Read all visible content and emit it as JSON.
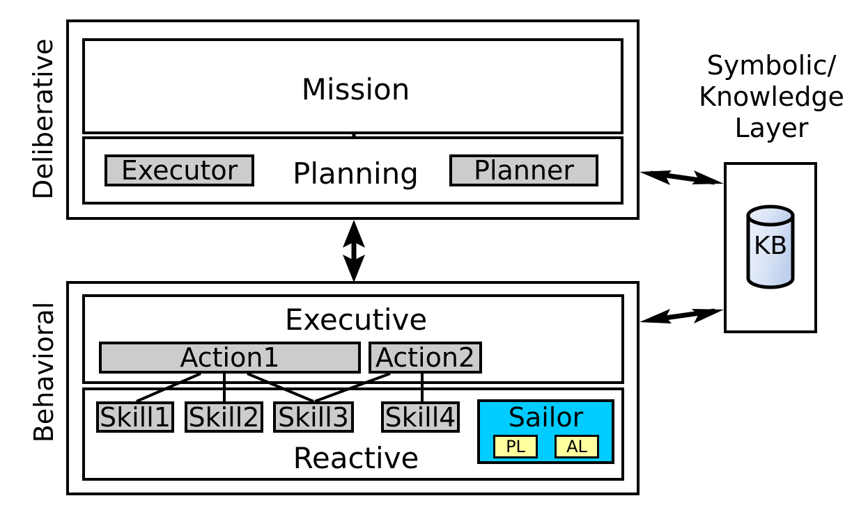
{
  "diagram": {
    "layers": {
      "deliberative_label": "Deliberative",
      "behavioral_label": "Behavioral"
    },
    "deliberative": {
      "mission": {
        "label": "Mission"
      },
      "planning": {
        "label": "Planning",
        "executor": "Executor",
        "planner": "Planner"
      }
    },
    "behavioral": {
      "executive": {
        "label": "Executive",
        "actions": [
          "Action1",
          "Action2"
        ]
      },
      "reactive": {
        "label": "Reactive",
        "skills": [
          "Skill1",
          "Skill2",
          "Skill3",
          "Skill4"
        ],
        "sailor": {
          "label": "Sailor",
          "modules": [
            "PL",
            "AL"
          ],
          "fill_color": "#00ccff",
          "module_fill_color": "#ffff9e"
        }
      }
    },
    "symbolic": {
      "title_line1": "Symbolic/",
      "title_line2": "Knowledge",
      "title_line3": "Layer",
      "kb_label": "KB",
      "kb_fill_top": "#e8eefb",
      "kb_fill_bottom": "#c3d3ee"
    },
    "colors": {
      "stroke": "#000000",
      "component_fill": "#cccccc",
      "background": "#ffffff"
    }
  }
}
